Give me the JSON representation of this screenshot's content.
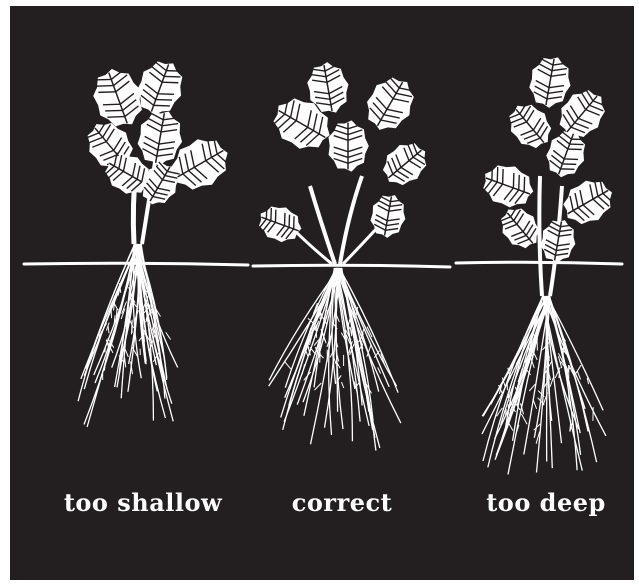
{
  "colors": {
    "background": "#231f20",
    "foreground": "#ffffff"
  },
  "panels": [
    {
      "label": "too shallow"
    },
    {
      "label": "correct"
    },
    {
      "label": "too deep"
    }
  ]
}
